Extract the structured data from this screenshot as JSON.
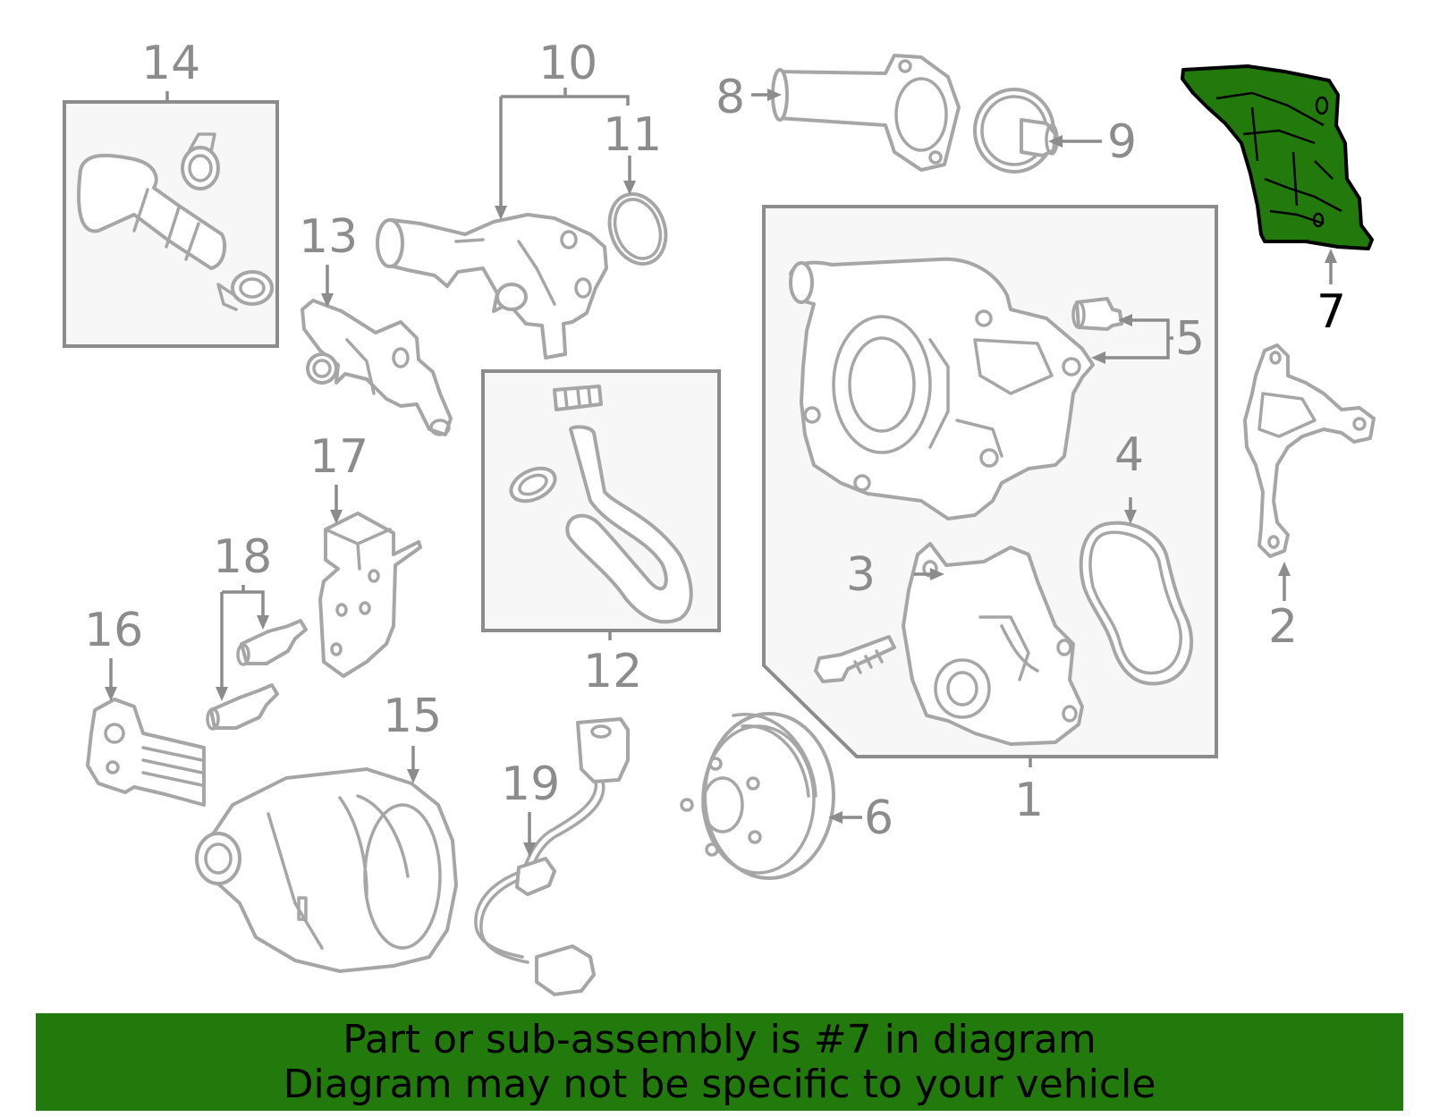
{
  "diagram": {
    "highlight_color": "#237a0c",
    "line_color": "#a6a6a6",
    "label_color": "#8c8c8c",
    "highlighted_part": "7",
    "callouts": {
      "c1": "1",
      "c2": "2",
      "c3": "3",
      "c4": "4",
      "c5": "5",
      "c6": "6",
      "c7": "7",
      "c8": "8",
      "c9": "9",
      "c10": "10",
      "c11": "11",
      "c12": "12",
      "c13": "13",
      "c14": "14",
      "c15": "15",
      "c16": "16",
      "c17": "17",
      "c18": "18",
      "c19": "19"
    }
  },
  "banner": {
    "line1": "Part or sub-assembly is #7 in diagram",
    "line2": "Diagram may not be specific to your vehicle",
    "background": "#237a0c"
  }
}
